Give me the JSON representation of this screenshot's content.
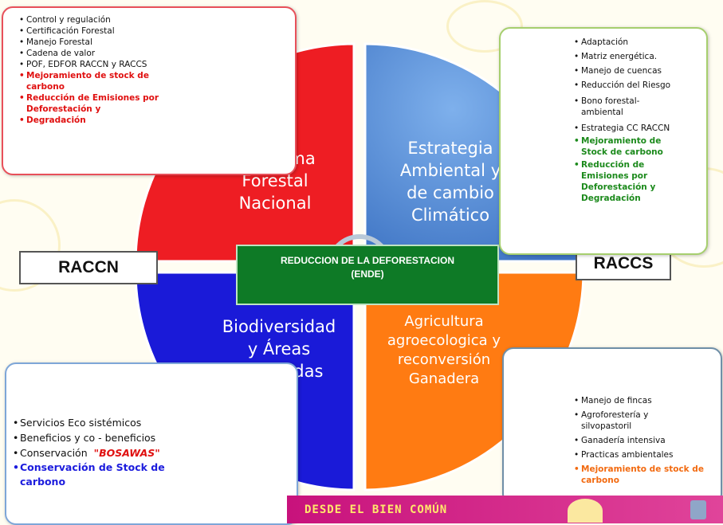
{
  "colors": {
    "top_left": "#ee1d23",
    "top_right": "#5a92d8",
    "bottom_left": "#1a1ad8",
    "bottom_right": "#ff7b12",
    "center": "#0e7a26",
    "red_text": "#e01010",
    "green_text": "#1c8a1c",
    "blue_text": "#1c1cdd",
    "orange_text": "#f26a10"
  },
  "quadrants": {
    "top_left": "Programa\nForestal\nNacional",
    "top_right": "Estrategia\nAmbiental y\nde cambio\nClimático",
    "bottom_left": "Biodiversidad\ny Áreas\nProtegidas",
    "bottom_right": "Agricultura\nagroecologica y\nreconversión\nGanadera"
  },
  "center_label": "REDUCCION  DE LA DEFORESTACION\n(ENDE)",
  "tags": {
    "left": "RACCN",
    "right": "RACCS"
  },
  "boxes": {
    "top_left": [
      "Control y regulación",
      "Certificación Forestal",
      "Manejo Forestal",
      "Cadena de valor",
      "POF, EDFOR RACCN y RACCS",
      "Mejoramiento de stock de carbono",
      "Reducción de Emisiones por Deforestación y",
      "Degradación"
    ],
    "top_right": [
      "Adaptación",
      "Matriz  energética.",
      "Manejo de cuencas",
      "Reducción del Riesgo",
      "Bono forestal-ambiental",
      "Estrategia CC  RACCN",
      "Mejoramiento de Stock de carbono",
      "Reducción de Emisiones por Deforestación y Degradación"
    ],
    "bottom_left": [
      "Servicios Eco sistémicos",
      "Beneficios y co - beneficios",
      "Conservación",
      "Conservación de Stock de carbono"
    ],
    "bottom_left_quote": "\"BOSAWAS\"",
    "bottom_right": [
      "Manejo de fincas",
      "Agroforestería y silvopastoril",
      "Ganadería intensiva",
      "Practicas ambientales",
      "Mejoramiento  de stock de carbono"
    ]
  },
  "footer": "DESDE EL BIEN COMÚN"
}
